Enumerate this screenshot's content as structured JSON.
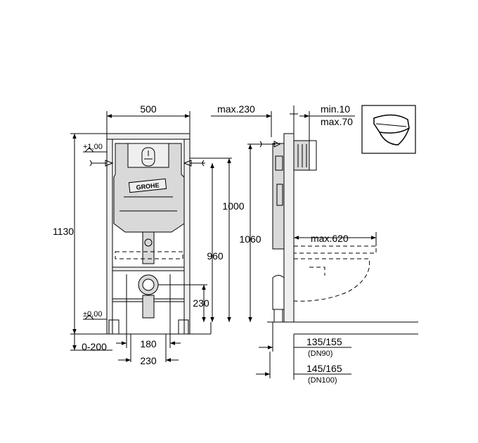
{
  "front_view": {
    "brand_label": "GROHE",
    "width_label": "500",
    "height_label": "1130",
    "level_top_label": "+1,00",
    "level_floor_label": "±0,00",
    "height_1000_label": "1000",
    "height_960_label": "960",
    "drain_height_label": "230",
    "floor_adjust_label": "0-200",
    "bolt_spacing_label": "180",
    "drain_spacing_label": "230"
  },
  "side_view": {
    "depth_label": "max.230",
    "plate_min_label": "min.10",
    "plate_max_label": "max.70",
    "height_1060_label": "1060",
    "bowl_projection_label": "max.620",
    "waste_1_label": "135/155",
    "waste_1_dn_label": "(DN90)",
    "waste_2_label": "145/165",
    "waste_2_dn_label": "(DN100)"
  },
  "colors": {
    "line": "#000000",
    "fill_gray": "#d9d9d9",
    "background": "#ffffff"
  },
  "icons": [
    "wall-hung-toilet-icon",
    "flush-plate-icon",
    "water-inlet-icon"
  ]
}
